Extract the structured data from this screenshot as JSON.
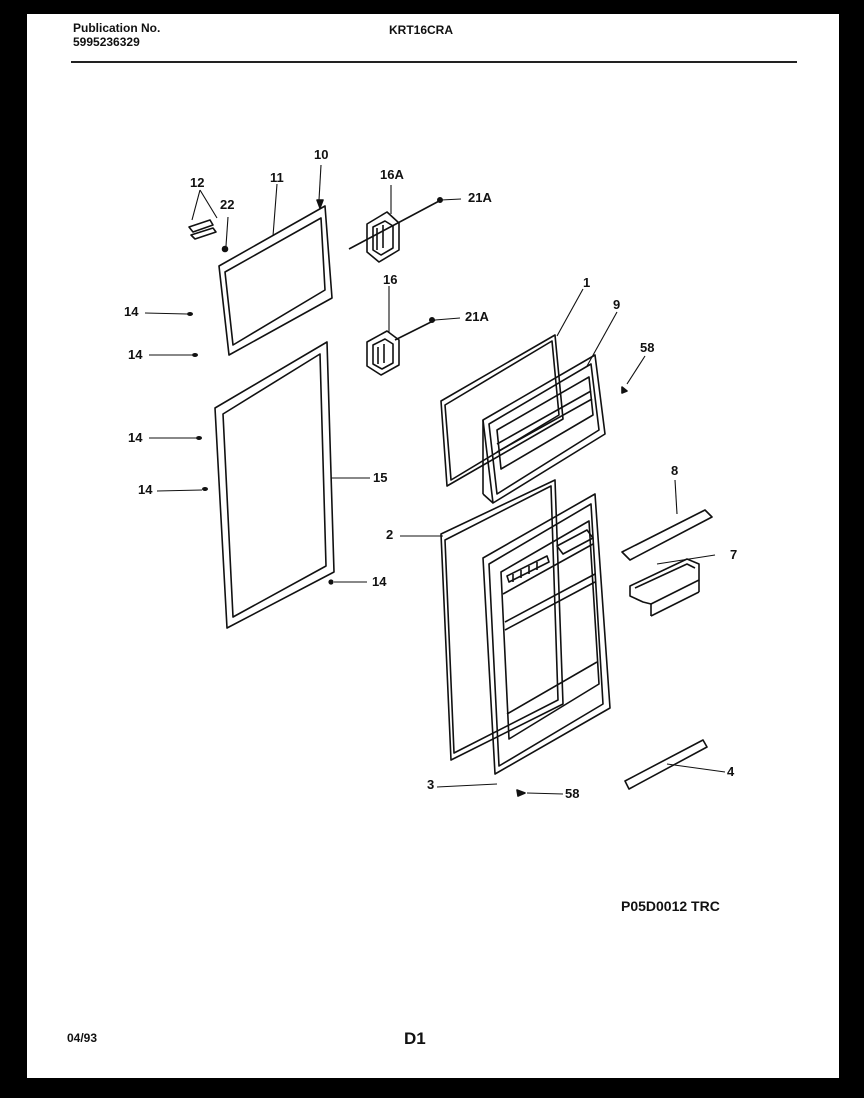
{
  "header": {
    "publication_label": "Publication No.",
    "publication_number": "5995236329",
    "model": "KRT16CRA"
  },
  "callouts": {
    "c1": "1",
    "c2": "2",
    "c3": "3",
    "c4": "4",
    "c7": "7",
    "c8": "8",
    "c9": "9",
    "c10": "10",
    "c11": "11",
    "c12": "12",
    "c14a": "14",
    "c14b": "14",
    "c14c": "14",
    "c14d": "14",
    "c14e": "14",
    "c15": "15",
    "c16": "16",
    "c16a": "16A",
    "c21a_top": "21A",
    "c21a_bot": "21A",
    "c22": "22",
    "c58a": "58",
    "c58b": "58"
  },
  "footer": {
    "ref": "P05D0012  TRC",
    "date": "04/93",
    "page": "D1"
  }
}
